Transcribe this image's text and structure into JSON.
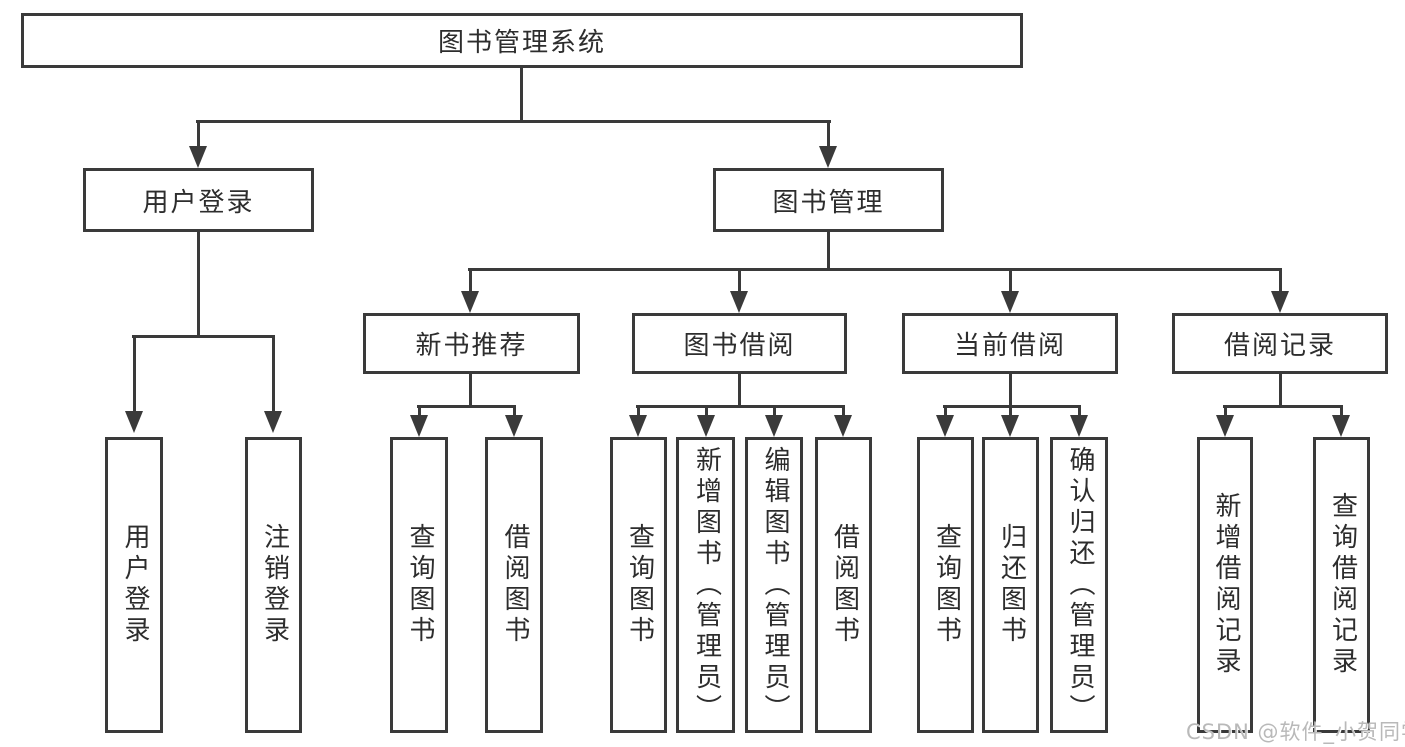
{
  "colors": {
    "line": "#3a3a3a",
    "text": "#2d2d2d",
    "background": "#ffffff",
    "watermark": "#b9b9b9"
  },
  "watermark": "CSDN @软件_小贺同学",
  "tree": {
    "root": "图书管理系统",
    "branches": [
      {
        "label": "用户登录",
        "children": [
          "用户登录",
          "注销登录"
        ]
      },
      {
        "label": "图书管理",
        "sections": [
          {
            "label": "新书推荐",
            "children": [
              "查询图书",
              "借阅图书"
            ]
          },
          {
            "label": "图书借阅",
            "children": [
              "查询图书",
              "新增图书（管理员）",
              "编辑图书（管理员）",
              "借阅图书"
            ]
          },
          {
            "label": "当前借阅",
            "children": [
              "查询图书",
              "归还图书",
              "确认归还（管理员）"
            ]
          },
          {
            "label": "借阅记录",
            "children": [
              "新增借阅记录",
              "查询借阅记录"
            ]
          }
        ]
      }
    ]
  }
}
